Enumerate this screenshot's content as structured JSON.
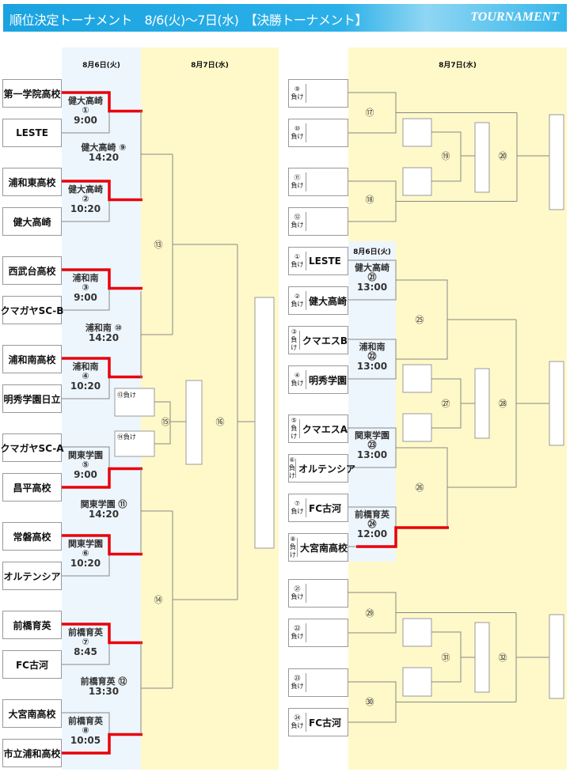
{
  "header": {
    "title": "順位決定トーナメント　8/6(火)〜7日(水)　【決勝トーナメント】",
    "brand": "TOURNAMENT"
  },
  "left": {
    "dates": [
      "8月6日(火)",
      "8月7日(水)"
    ],
    "teams": [
      "第一学院高校",
      "LESTE",
      "浦和東高校",
      "健大高崎",
      "西武台高校",
      "クマガヤSC-B",
      "浦和南高校",
      "明秀学園日立",
      "クマガヤSC-A",
      "昌平高校",
      "常磐高校",
      "オルテンシア",
      "前橋育英",
      "FC古河",
      "大宮南高校",
      "市立浦和高校"
    ],
    "round1": [
      {
        "winner": "健大高崎",
        "no": "①",
        "time": "9:00"
      },
      {
        "winner": "健大高崎",
        "no": "②",
        "time": "10:20"
      },
      {
        "winner": "浦和南",
        "no": "③",
        "time": "9:00"
      },
      {
        "winner": "浦和南",
        "no": "④",
        "time": "10:20"
      },
      {
        "winner": "関東学園",
        "no": "⑤",
        "time": "9:00"
      },
      {
        "winner": "関東学園",
        "no": "⑥",
        "time": "10:20"
      },
      {
        "winner": "前橋育英",
        "no": "⑦",
        "time": "8:45"
      },
      {
        "winner": "前橋育英",
        "no": "⑧",
        "time": "10:05"
      }
    ],
    "round2": [
      {
        "winner": "健大高崎",
        "no": "⑨",
        "time": "14:20"
      },
      {
        "winner": "浦和南",
        "no": "⑩",
        "time": "14:20"
      },
      {
        "winner": "関東学園",
        "no": "⑪",
        "time": "14:20"
      },
      {
        "winner": "前橋育英",
        "no": "⑫",
        "time": "13:30"
      }
    ],
    "labels": [
      "⑬",
      "⑭",
      "⑮",
      "⑯"
    ],
    "consolation": [
      "⑬負け",
      "⑭負け"
    ]
  },
  "right": {
    "date": "8月7日(水)",
    "date_day1": "8月6日(火)",
    "top": [
      {
        "no": "⑨",
        "lose": "負け",
        "team": ""
      },
      {
        "no": "⑩",
        "lose": "負け",
        "team": ""
      },
      {
        "no": "⑪",
        "lose": "負け",
        "team": ""
      },
      {
        "no": "⑫",
        "lose": "負け",
        "team": ""
      }
    ],
    "mid": [
      {
        "no": "①",
        "lose": "負け",
        "team": "LESTE"
      },
      {
        "no": "②",
        "lose": "負け",
        "team": "健大高崎"
      },
      {
        "no": "③",
        "lose": "負け",
        "team": "クマエスB"
      },
      {
        "no": "④",
        "lose": "負け",
        "team": "明秀学園"
      },
      {
        "no": "⑤",
        "lose": "負け",
        "team": "クマエスA"
      },
      {
        "no": "⑥",
        "lose": "負け",
        "team": "オルテンシア"
      },
      {
        "no": "⑦",
        "lose": "負け",
        "team": "FC古河"
      },
      {
        "no": "⑧",
        "lose": "負け",
        "team": "大宮南高校"
      }
    ],
    "bottom": [
      {
        "no": "㉑",
        "lose": "負け",
        "team": ""
      },
      {
        "no": "㉒",
        "lose": "負け",
        "team": ""
      },
      {
        "no": "㉓",
        "lose": "負け",
        "team": ""
      },
      {
        "no": "㉔",
        "lose": "負け",
        "team": "FC古河"
      }
    ],
    "matches": [
      {
        "winner": "健大高崎",
        "no": "㉑",
        "time": "13:00"
      },
      {
        "winner": "浦和南",
        "no": "㉒",
        "time": "13:00"
      },
      {
        "winner": "関東学園",
        "no": "㉓",
        "time": "13:00"
      },
      {
        "winner": "前橋育英",
        "no": "㉔",
        "time": "12:00"
      }
    ],
    "labels": [
      "⑰",
      "⑱",
      "⑲",
      "⑳",
      "㉕",
      "㉖",
      "㉗",
      "㉘",
      "㉙",
      "㉚",
      "㉛",
      "㉜"
    ]
  }
}
